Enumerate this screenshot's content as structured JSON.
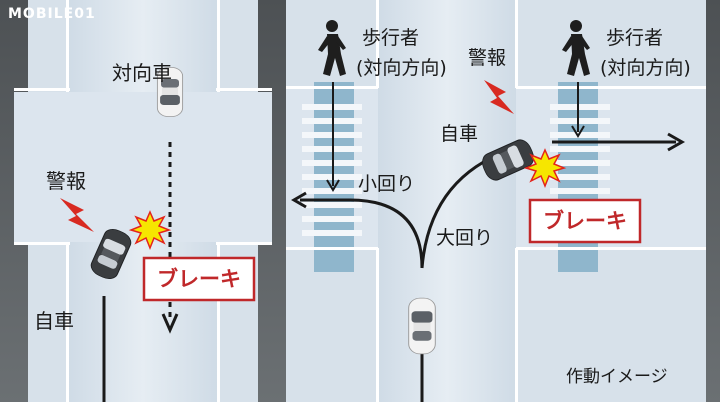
{
  "logo": {
    "text": "MOBILE01"
  },
  "left_panel": {
    "oncoming_label": "対向車",
    "alert_label": "警報",
    "brake_label": "ブレーキ",
    "own_car_label": "自車"
  },
  "right_panel": {
    "pedestrian_left_line1": "歩行者",
    "pedestrian_left_line2": "(対向方向)",
    "pedestrian_right_line1": "歩行者",
    "pedestrian_right_line2": "(対向方向)",
    "alert_label": "警報",
    "own_car_label": "自車",
    "small_turn_label": "小回り",
    "large_turn_label": "大回り",
    "brake_label": "ブレーキ",
    "caption": "作動イメージ"
  },
  "colors": {
    "background": "#5f6366",
    "road": "#dde6ef",
    "crosswalk_band": "#8fb6cc",
    "alert_red": "#d82a21",
    "brake_box_border": "#c0282a",
    "starburst": "#f6e600"
  }
}
